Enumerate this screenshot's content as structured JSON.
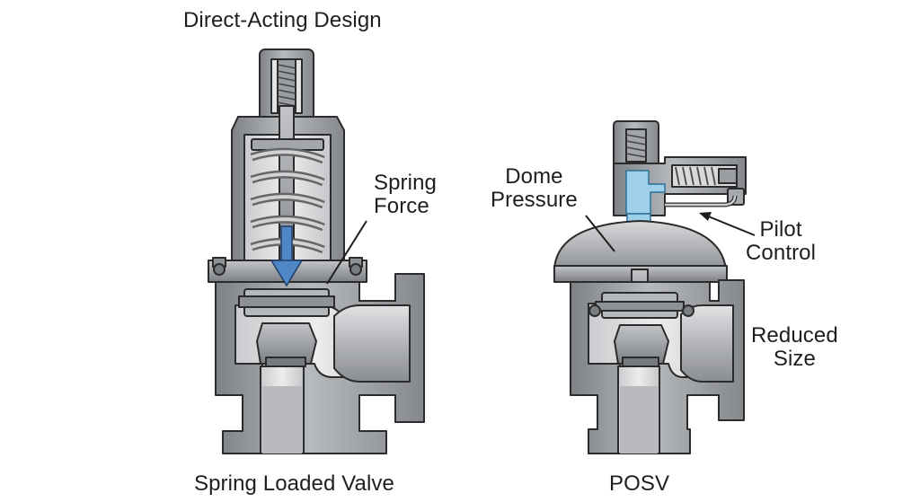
{
  "labels": {
    "design_title": "Direct-Acting Design",
    "spring_force": [
      "Spring",
      "Force"
    ],
    "dome_pressure": [
      "Dome",
      "Pressure"
    ],
    "pilot_control": [
      "Pilot",
      "Control"
    ],
    "reduced_size": [
      "Reduced",
      "Size"
    ],
    "left_caption": "Spring Loaded Valve",
    "right_caption": "POSV"
  },
  "colors": {
    "metal": "#9c9fa3",
    "metal_light": "#c8cacd",
    "metal_dark": "#6d7074",
    "cavity": "#dcdde0",
    "outline": "#2b2b2b",
    "accent_blue": "#4f86c6",
    "pilot_fluid": "#9fd0ea"
  }
}
